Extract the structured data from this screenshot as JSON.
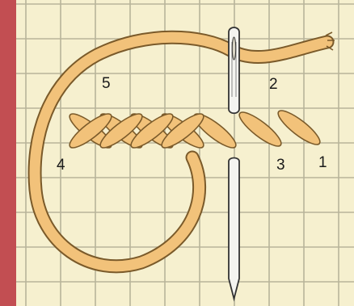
{
  "colors": {
    "accent_bar": "#c24e52",
    "grid_background": "#f6f0cf",
    "grid_lines": "#b8b49a",
    "thread_fill": "#f2c27a",
    "thread_outline": "#7a5a2a",
    "needle_fill": "#f4f4f0",
    "needle_outline": "#333333"
  },
  "labels": {
    "step_1": "1",
    "step_2": "2",
    "step_3": "3",
    "step_4": "4",
    "step_5": "5"
  }
}
